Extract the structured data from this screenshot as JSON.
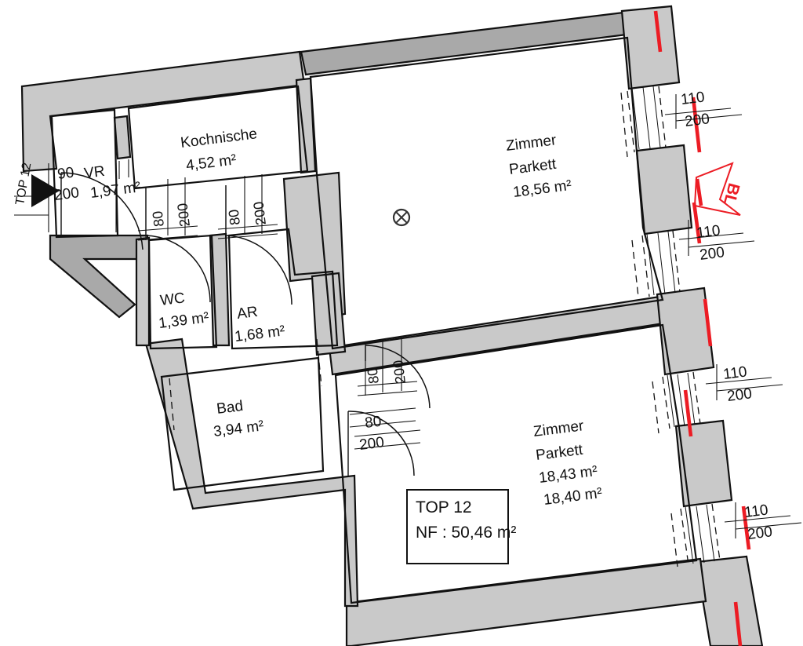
{
  "document": {
    "type": "architectural-floor-plan",
    "unit_label": "m²",
    "title_block": {
      "unit_id": "TOP 12",
      "net_area_label": "NF : 50,46 m²"
    },
    "entrance_tag": "TOP 12"
  },
  "colors": {
    "wall_fill": "#c9c9c9",
    "wall_fill_dark": "#a9a9a9",
    "outline": "#111111",
    "accent_red": "#ec1c24",
    "background": "#ffffff"
  },
  "rooms": [
    {
      "id": "vr",
      "name": "VR",
      "area": "1,97 m²",
      "door_width": "90",
      "door_height": "200"
    },
    {
      "id": "kochnische",
      "name": "Kochnische",
      "area": "4,52 m²"
    },
    {
      "id": "wc",
      "name": "WC",
      "area": "1,39 m²"
    },
    {
      "id": "ar",
      "name": "AR",
      "area": "1,68 m²"
    },
    {
      "id": "bad",
      "name": "Bad",
      "area": "3,94 m²"
    },
    {
      "id": "zimmer1",
      "name": "Zimmer",
      "floor": "Parkett",
      "area": "18,56 m²"
    },
    {
      "id": "zimmer2",
      "name": "Zimmer",
      "floor": "Parkett",
      "area": "18,43 m²",
      "area_alt": "18,40 m²"
    }
  ],
  "doors": [
    {
      "id": "door-entry",
      "width": "90",
      "height": "200"
    },
    {
      "id": "door-wc",
      "width": "80",
      "height": "200"
    },
    {
      "id": "door-ar",
      "width": "80",
      "height": "200"
    },
    {
      "id": "door-kitchen",
      "width": "80",
      "height": "200"
    },
    {
      "id": "door-bad",
      "width": "80",
      "height": "200"
    }
  ],
  "windows": [
    {
      "id": "window-ne-upper",
      "width": "110",
      "height": "200"
    },
    {
      "id": "window-ne-lower",
      "width": "110",
      "height": "200"
    },
    {
      "id": "window-se-upper",
      "width": "110",
      "height": "200"
    },
    {
      "id": "window-se-lower",
      "width": "110",
      "height": "200"
    }
  ],
  "annotations": {
    "balcony_label": "BL",
    "entrance_label": "TOP 12",
    "ceiling_fixture": "circle-x-symbol"
  },
  "labels": {
    "dim_80": "80",
    "dim_90": "90",
    "dim_110": "110",
    "dim_200": "200"
  }
}
